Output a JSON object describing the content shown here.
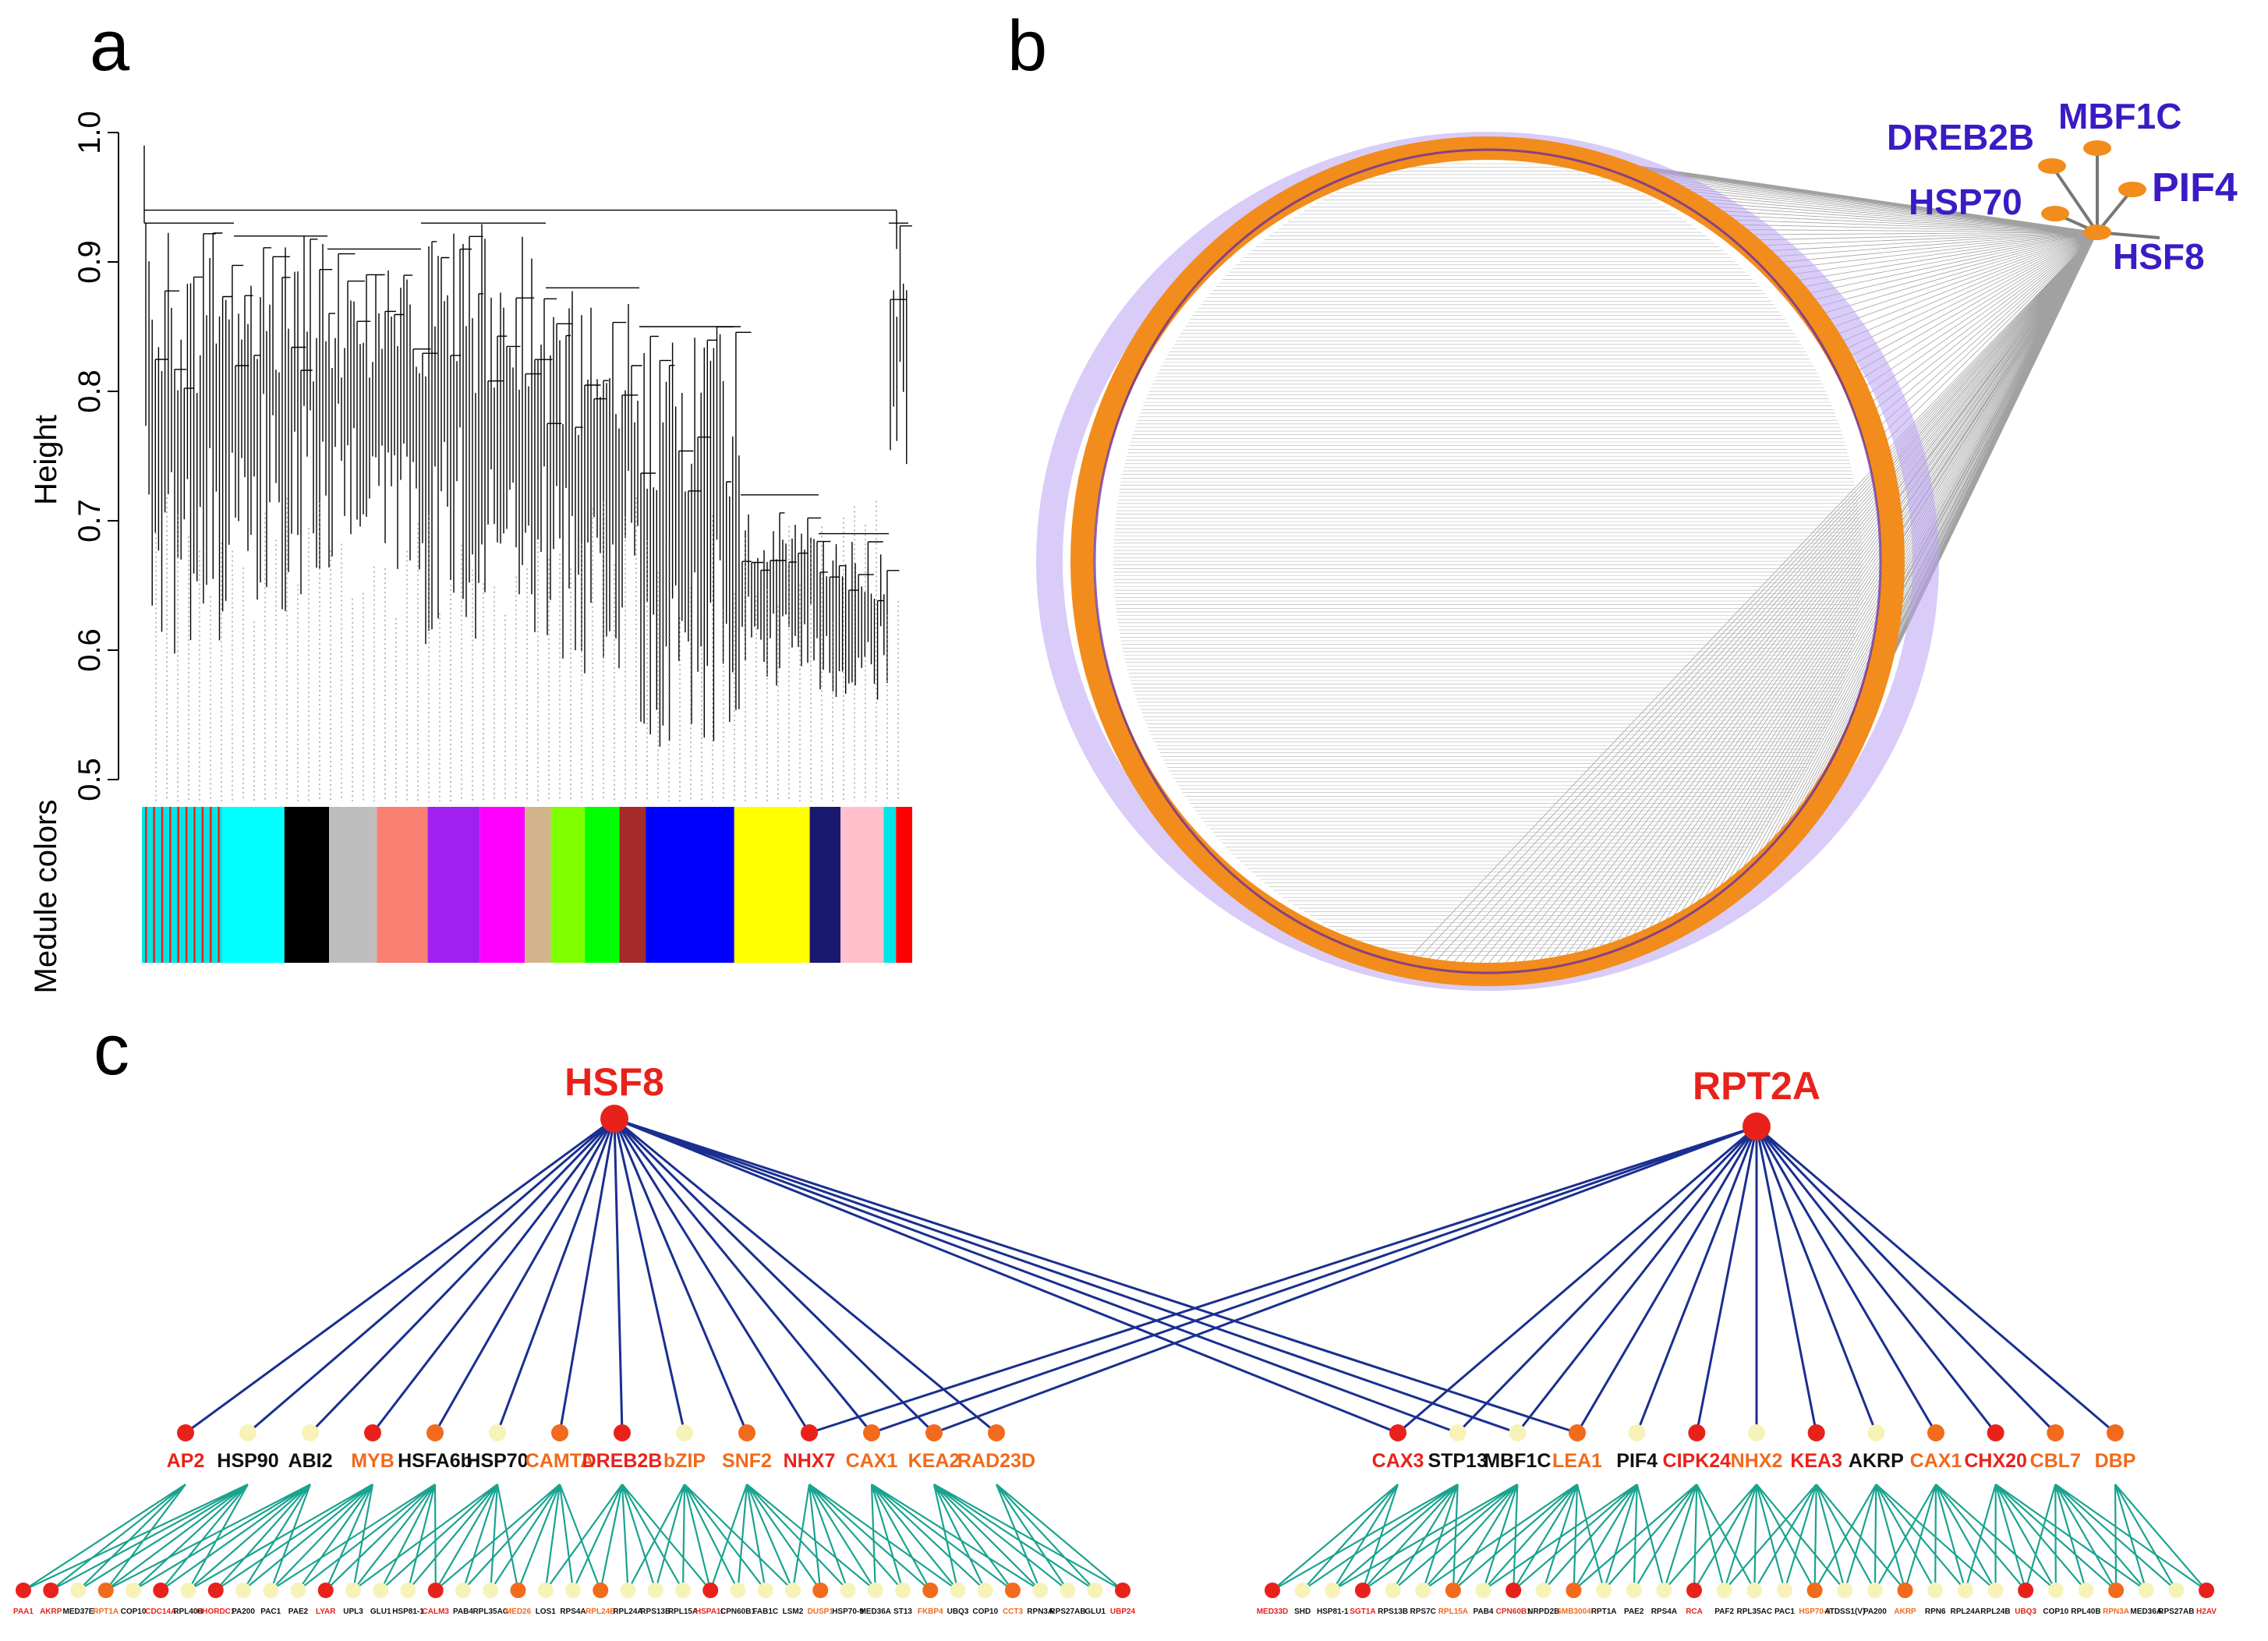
{
  "panels": {
    "a": {
      "letter": "a",
      "ylabel": "Height",
      "yticks": [
        "0.5",
        "0.6",
        "0.7",
        "0.8",
        "0.9",
        "1.0"
      ],
      "ylim": [
        0.5,
        1.0
      ],
      "colorbar_label": "Medule colors",
      "module_colors": [
        {
          "color": "#00e5e5",
          "width": 0.105
        },
        {
          "color": "#00ffff",
          "width": 0.08
        },
        {
          "color": "#000000",
          "width": 0.058
        },
        {
          "color": "#bebebe",
          "width": 0.062
        },
        {
          "color": "#fa8072",
          "width": 0.066
        },
        {
          "color": "#a020f0",
          "width": 0.068
        },
        {
          "color": "#ff00ff",
          "width": 0.058
        },
        {
          "color": "#d2b48c",
          "width": 0.034
        },
        {
          "color": "#7fff00",
          "width": 0.044
        },
        {
          "color": "#00ff00",
          "width": 0.045
        },
        {
          "color": "#a52a2a",
          "width": 0.034
        },
        {
          "color": "#0000ff",
          "width": 0.115
        },
        {
          "color": "#ffff00",
          "width": 0.098
        },
        {
          "color": "#191970",
          "width": 0.04
        },
        {
          "color": "#ffc0cb",
          "width": 0.056
        },
        {
          "color": "#00e5e5",
          "width": 0.016
        },
        {
          "color": "#ff0000",
          "width": 0.021
        }
      ]
    },
    "b": {
      "letter": "b",
      "hub_genes": [
        "DREB2B",
        "MBF1C",
        "HSP70",
        "PIF4",
        "HSF8"
      ],
      "colors": {
        "ring": "#f28c1c",
        "label": "#3a1bc4",
        "edge": "#8a8a8a"
      }
    },
    "c": {
      "letter": "c",
      "colors": {
        "red": "#e8221b",
        "orange": "#f26a1b",
        "light": "#f7f3b8",
        "black": "#111111",
        "link": "#1a2f8f",
        "leaf_link": "#1aa38f"
      },
      "hubs": [
        {
          "name": "HSF8"
        },
        {
          "name": "RPT2A"
        }
      ],
      "left_genes": [
        {
          "name": "AP2",
          "node": "red",
          "text": "red"
        },
        {
          "name": "HSP90",
          "node": "light",
          "text": "black"
        },
        {
          "name": "ABI2",
          "node": "light",
          "text": "black"
        },
        {
          "name": "MYB",
          "node": "red",
          "text": "orange"
        },
        {
          "name": "HSFA6b",
          "node": "orange",
          "text": "black"
        },
        {
          "name": "HSP70",
          "node": "light",
          "text": "black"
        },
        {
          "name": "CAMTA",
          "node": "orange",
          "text": "orange"
        },
        {
          "name": "DREB2B",
          "node": "red",
          "text": "red"
        },
        {
          "name": "bZIP",
          "node": "light",
          "text": "orange"
        },
        {
          "name": "SNF2",
          "node": "orange",
          "text": "orange"
        },
        {
          "name": "NHX7",
          "node": "red",
          "text": "red"
        },
        {
          "name": "CAX1",
          "node": "orange",
          "text": "orange"
        },
        {
          "name": "KEA2",
          "node": "orange",
          "text": "orange"
        },
        {
          "name": "RAD23D",
          "node": "orange",
          "text": "orange"
        }
      ],
      "right_genes": [
        {
          "name": "CAX3",
          "node": "red",
          "text": "red"
        },
        {
          "name": "STP13",
          "node": "light",
          "text": "black"
        },
        {
          "name": "MBF1C",
          "node": "light",
          "text": "black"
        },
        {
          "name": "LEA1",
          "node": "orange",
          "text": "orange"
        },
        {
          "name": "PIF4",
          "node": "light",
          "text": "black"
        },
        {
          "name": "CIPK24",
          "node": "red",
          "text": "red"
        },
        {
          "name": "NHX2",
          "node": "light",
          "text": "orange"
        },
        {
          "name": "KEA3",
          "node": "red",
          "text": "red"
        },
        {
          "name": "AKRP",
          "node": "light",
          "text": "black"
        },
        {
          "name": "CAX1",
          "node": "orange",
          "text": "orange"
        },
        {
          "name": "CHX20",
          "node": "red",
          "text": "red"
        },
        {
          "name": "CBL7",
          "node": "orange",
          "text": "orange"
        },
        {
          "name": "DBP",
          "node": "orange",
          "text": "orange"
        }
      ],
      "left_leaves": [
        "PAA1",
        "AKRP",
        "MED37E",
        "RPT1A",
        "COP10",
        "CDC14A",
        "RPL40B",
        "CHORDC1",
        "PA200",
        "PAC1",
        "PAE2",
        "LYAR",
        "UPL3",
        "GLU1",
        "HSP81-1",
        "CALM3",
        "PAB4",
        "RPL35AC",
        "MED26",
        "LOS1",
        "RPS4A",
        "RPL24B",
        "RPL24A",
        "RPS13B",
        "RPL15A",
        "HSPA1L",
        "CPN60B1",
        "FAB1C",
        "LSM2",
        "DUSP1",
        "HSP70-9",
        "MED36A",
        "ST13",
        "FKBP4",
        "UBQ3",
        "COP10",
        "CCT3",
        "RPN3A",
        "RPS27AB",
        "GLU1",
        "UBP24"
      ],
      "left_leaf_colors": [
        "red",
        "red",
        "black",
        "orange",
        "black",
        "red",
        "black",
        "red",
        "black",
        "black",
        "black",
        "red",
        "black",
        "black",
        "black",
        "red",
        "black",
        "black",
        "orange",
        "black",
        "black",
        "orange",
        "black",
        "black",
        "black",
        "red",
        "black",
        "black",
        "black",
        "orange",
        "black",
        "black",
        "black",
        "orange",
        "black",
        "black",
        "orange",
        "black",
        "black",
        "black",
        "red"
      ],
      "right_leaves": [
        "MED33D",
        "SHD",
        "HSP81-1",
        "SGT1A",
        "RPS13B",
        "RPS7C",
        "RPL15A",
        "PAB4",
        "CPN60B1",
        "NRPD2B",
        "SMB3004",
        "RPT1A",
        "PAE2",
        "RPS4A",
        "RCA",
        "PAF2",
        "RPL35AC",
        "PAC1",
        "HSP70-9",
        "ATDSS1(V)",
        "PA200",
        "AKRP",
        "RPN6",
        "RPL24A",
        "RPL24B",
        "UBQ3",
        "COP10",
        "RPL40B",
        "RPN3A",
        "MED36A",
        "RPS27AB",
        "H2AV"
      ],
      "right_leaf_colors": [
        "red",
        "black",
        "black",
        "red",
        "black",
        "black",
        "orange",
        "black",
        "red",
        "black",
        "orange",
        "black",
        "black",
        "black",
        "red",
        "black",
        "black",
        "black",
        "orange",
        "black",
        "black",
        "orange",
        "black",
        "black",
        "black",
        "red",
        "black",
        "black",
        "orange",
        "black",
        "black",
        "red"
      ]
    }
  }
}
